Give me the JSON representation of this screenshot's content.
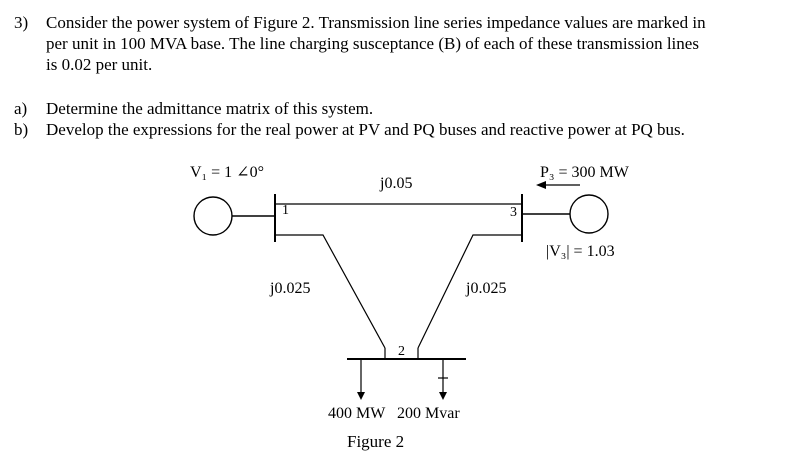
{
  "question": {
    "number": "3)",
    "line1": "Consider the power system of Figure 2. Transmission line series impedance values are marked in",
    "line2": "per unit in 100 MVA base. The line charging susceptance (B) of each of these transmission lines",
    "line3": "is 0.02 per unit."
  },
  "parts": [
    {
      "label": "a)",
      "text": "Determine the admittance matrix of this system."
    },
    {
      "label": "b)",
      "text": "Develop the expressions for the real power at PV and PQ buses and reactive power at PQ bus."
    }
  ],
  "figure": {
    "v1_label": "V₁ =  1 ∠0°",
    "p3_label": "P₃ = 300 MW",
    "v3_label": "|V₃| = 1.03",
    "bus1": "1",
    "bus2": "2",
    "bus3": "3",
    "line_13": "j0.05",
    "line_12": "j0.025",
    "line_23": "j0.025",
    "load": "400 MW   200 Mvar",
    "caption": "Figure 2"
  }
}
